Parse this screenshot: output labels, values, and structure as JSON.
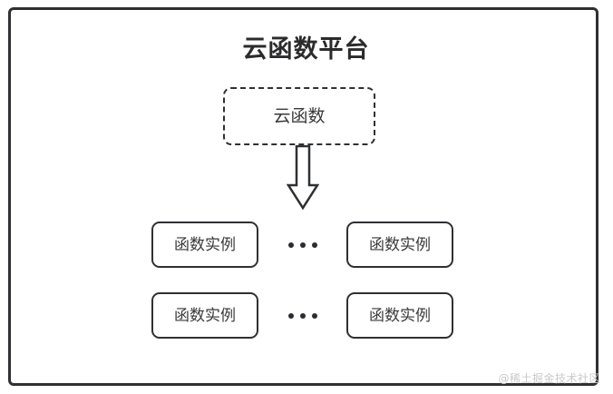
{
  "diagram": {
    "title": "云函数平台",
    "cloud_function": {
      "label": "云函数"
    },
    "arrow": {
      "icon": "down-block-arrow-icon",
      "direction": "down"
    },
    "ellipsis_label": "...",
    "rows": [
      {
        "left_instance": "函数实例",
        "right_instance": "函数实例"
      },
      {
        "left_instance": "函数实例",
        "right_instance": "函数实例"
      }
    ],
    "watermark": "@稀土掘金技术社区",
    "colors": {
      "stroke": "#2f3033",
      "title_text": "#2b2b2d",
      "box_text": "#3a3a3c",
      "watermark_text": "#c9c9cb",
      "background": "#ffffff"
    }
  }
}
